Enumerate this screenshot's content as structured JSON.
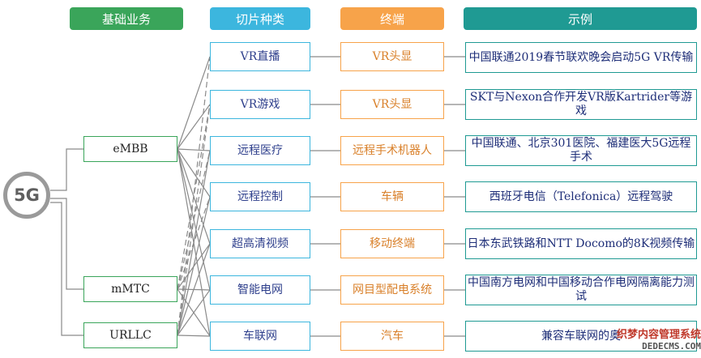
{
  "headers": {
    "business": "基础业务",
    "slice": "切片种类",
    "terminal": "终端",
    "example": "示例"
  },
  "center_label": "5G",
  "business": [
    "eMBB",
    "mMTC",
    "URLLC"
  ],
  "slices": [
    "VR直播",
    "VR游戏",
    "远程医疗",
    "远程控制",
    "超高清视频",
    "智能电网",
    "车联网"
  ],
  "terminals": [
    "VR头显",
    "VR头显",
    "远程手术机器人",
    "车辆",
    "移动终端",
    "网目型配电系统",
    "汽车"
  ],
  "examples": [
    "中国联通2019春节联欢晚会启动5G VR传输",
    "SKT与Nexon合作开发VR版Kartrider等游戏",
    "中国联通、北京301医院、福建医大5G远程手术",
    "西班牙电信（Telefonica）远程驾驶",
    "日本东武铁路和NTT Docomo的8K视频传输",
    "中国南方电网和中国移动合作电网隔离能力测试",
    "兼容车联网的奥"
  ],
  "watermark": {
    "line1": "织梦内容管理系统",
    "line2": "DEDECMS.COM"
  },
  "colors": {
    "green": "#3aa55a",
    "blue": "#3cb6de",
    "orange": "#f7a34a",
    "teal": "#1f9a93",
    "line": "#8a8a8a"
  }
}
